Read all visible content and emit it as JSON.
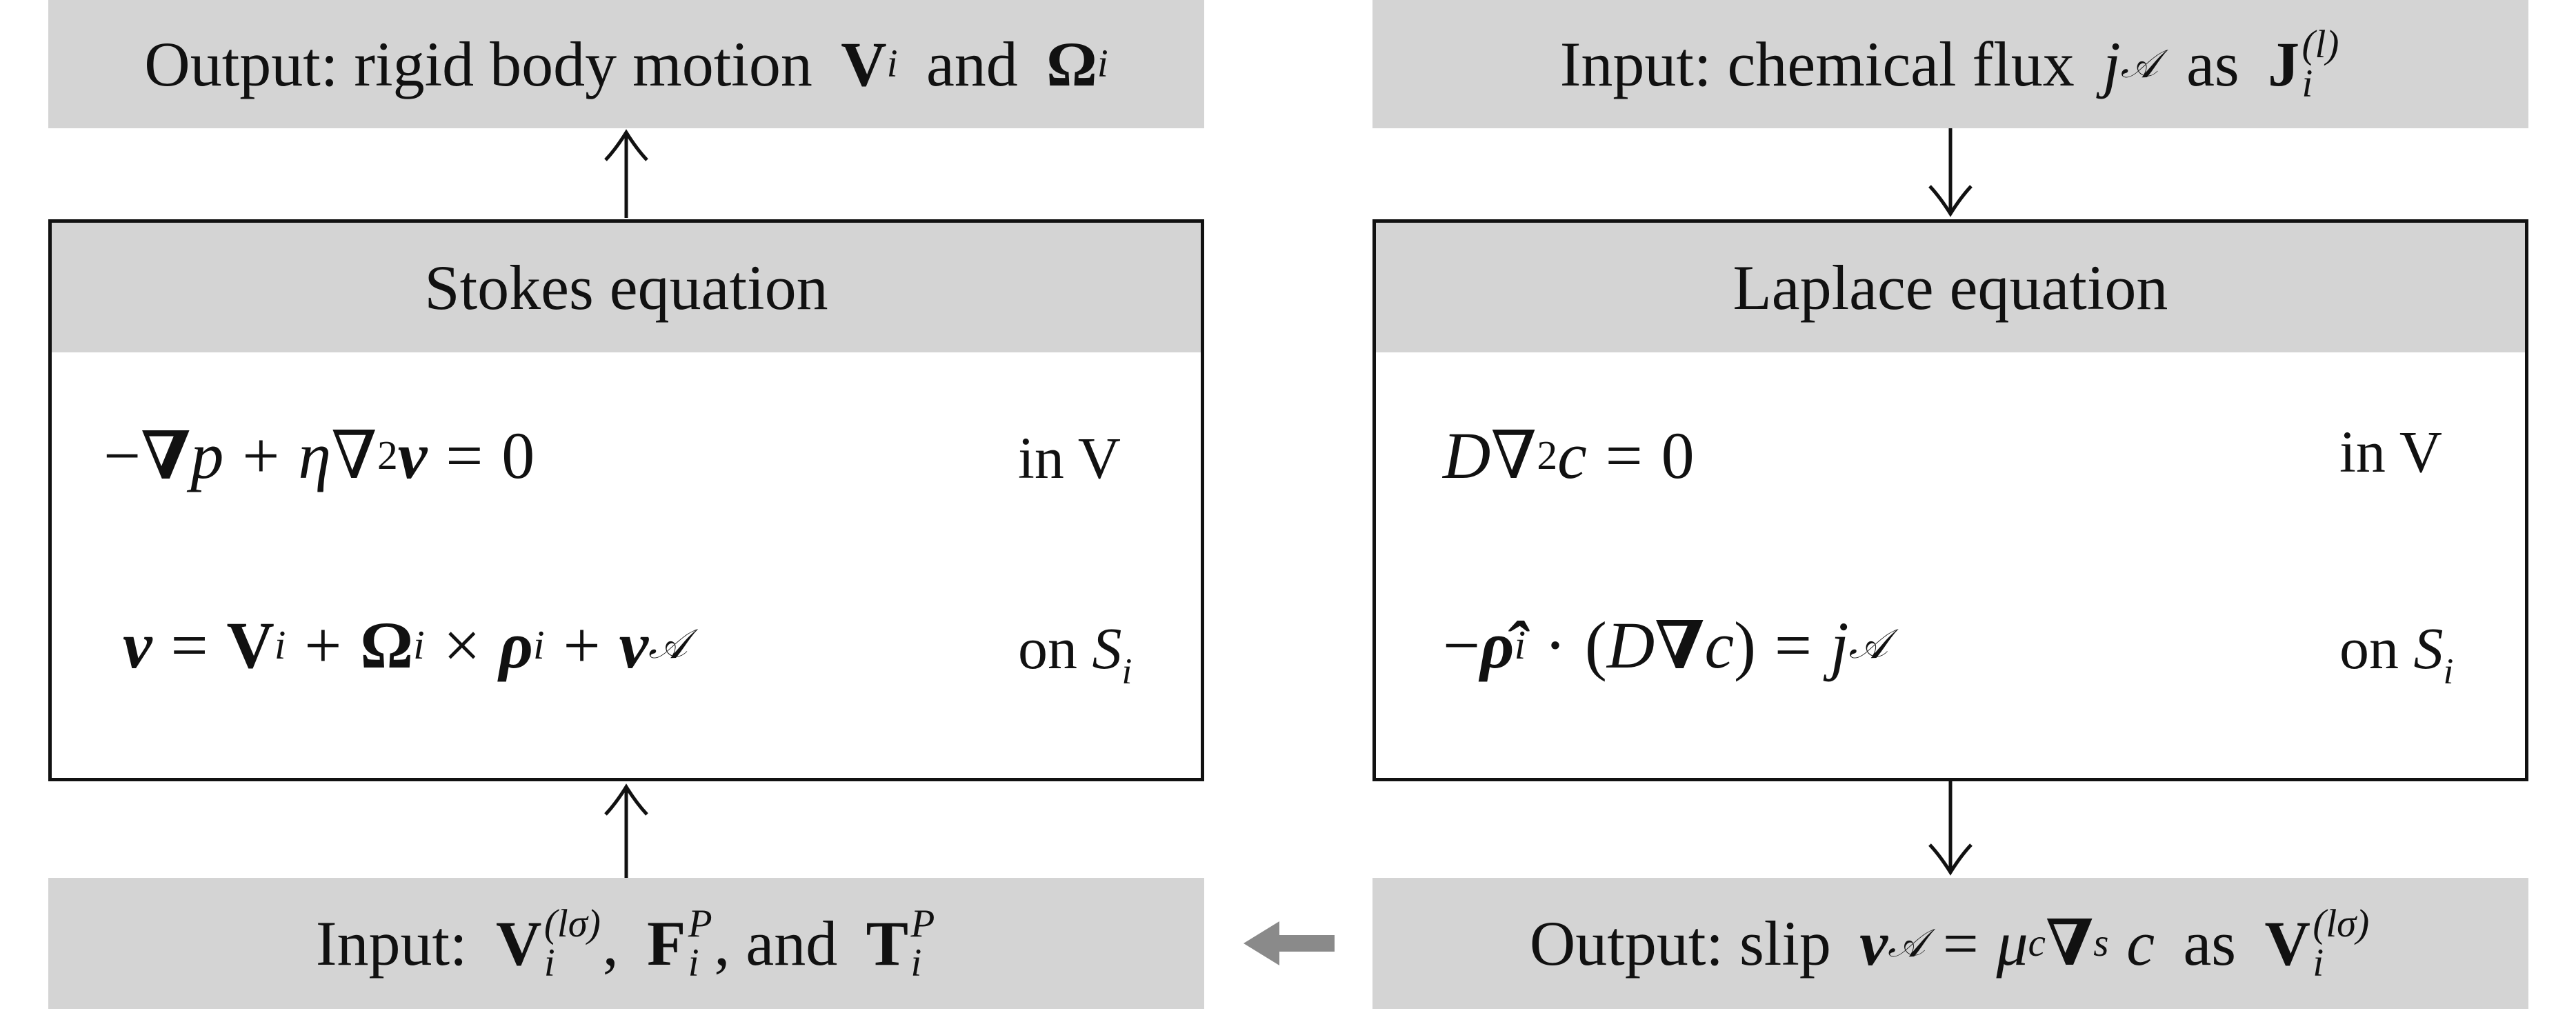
{
  "top_left": {
    "prefix": "Output: rigid body motion",
    "conj": "and",
    "V": "V",
    "Omega": "Ω",
    "sub_i": "i"
  },
  "top_right": {
    "prefix": "Input: chemical flux",
    "j": "j",
    "A": "𝒜",
    "as": "as",
    "J": "J",
    "sup_l": "(l)",
    "sub_i": "i"
  },
  "stokes": {
    "title": "Stokes equation",
    "eq1": {
      "minus": "−",
      "nabla_bold": "∇",
      "p": "p",
      "plus": "+",
      "eta": "η",
      "nabla": "∇",
      "sq": "2",
      "v": "v",
      "eq": "=",
      "zero": "0",
      "where": "in V"
    },
    "eq2": {
      "v": "v",
      "eq": "=",
      "V": "V",
      "i": "i",
      "plus": "+",
      "Omega": "Ω",
      "times": "×",
      "rho": "ρ",
      "A": "𝒜",
      "where_on": "on",
      "where_S": "S",
      "where_i": "i"
    }
  },
  "laplace": {
    "title": "Laplace equation",
    "eq1": {
      "D": "D",
      "nabla": "∇",
      "sq": "2",
      "c": "c",
      "eq": "=",
      "zero": "0",
      "where": "in V"
    },
    "eq2": {
      "minus": "−",
      "rho_hat": "ρ̂",
      "i": "i",
      "dot": "·",
      "lparen": "(",
      "D": "D",
      "nabla_bold": "∇",
      "c": "c",
      "rparen": ")",
      "eq": "=",
      "j": "j",
      "A": "𝒜",
      "where_on": "on",
      "where_S": "S",
      "where_i": "i"
    }
  },
  "bottom_left": {
    "prefix": "Input:",
    "V": "V",
    "F": "F",
    "T": "T",
    "sup_lsigma": "(lσ)",
    "sup_P": "P",
    "sub_i": "i",
    "comma": ",",
    "and": ", and"
  },
  "bottom_right": {
    "prefix": "Output: slip",
    "v": "v",
    "A": "𝒜",
    "eq": "=",
    "mu": "μ",
    "c_sub": "c",
    "nabla_bold": "∇",
    "s_sub": "s",
    "c": "c",
    "as": "as",
    "V": "V",
    "sup_lsigma": "(lσ)",
    "sub_i": "i"
  },
  "colors": {
    "box_fill": "#d4d4d4",
    "stroke": "#111111",
    "feedback_arrow": "#8a8a8a"
  }
}
